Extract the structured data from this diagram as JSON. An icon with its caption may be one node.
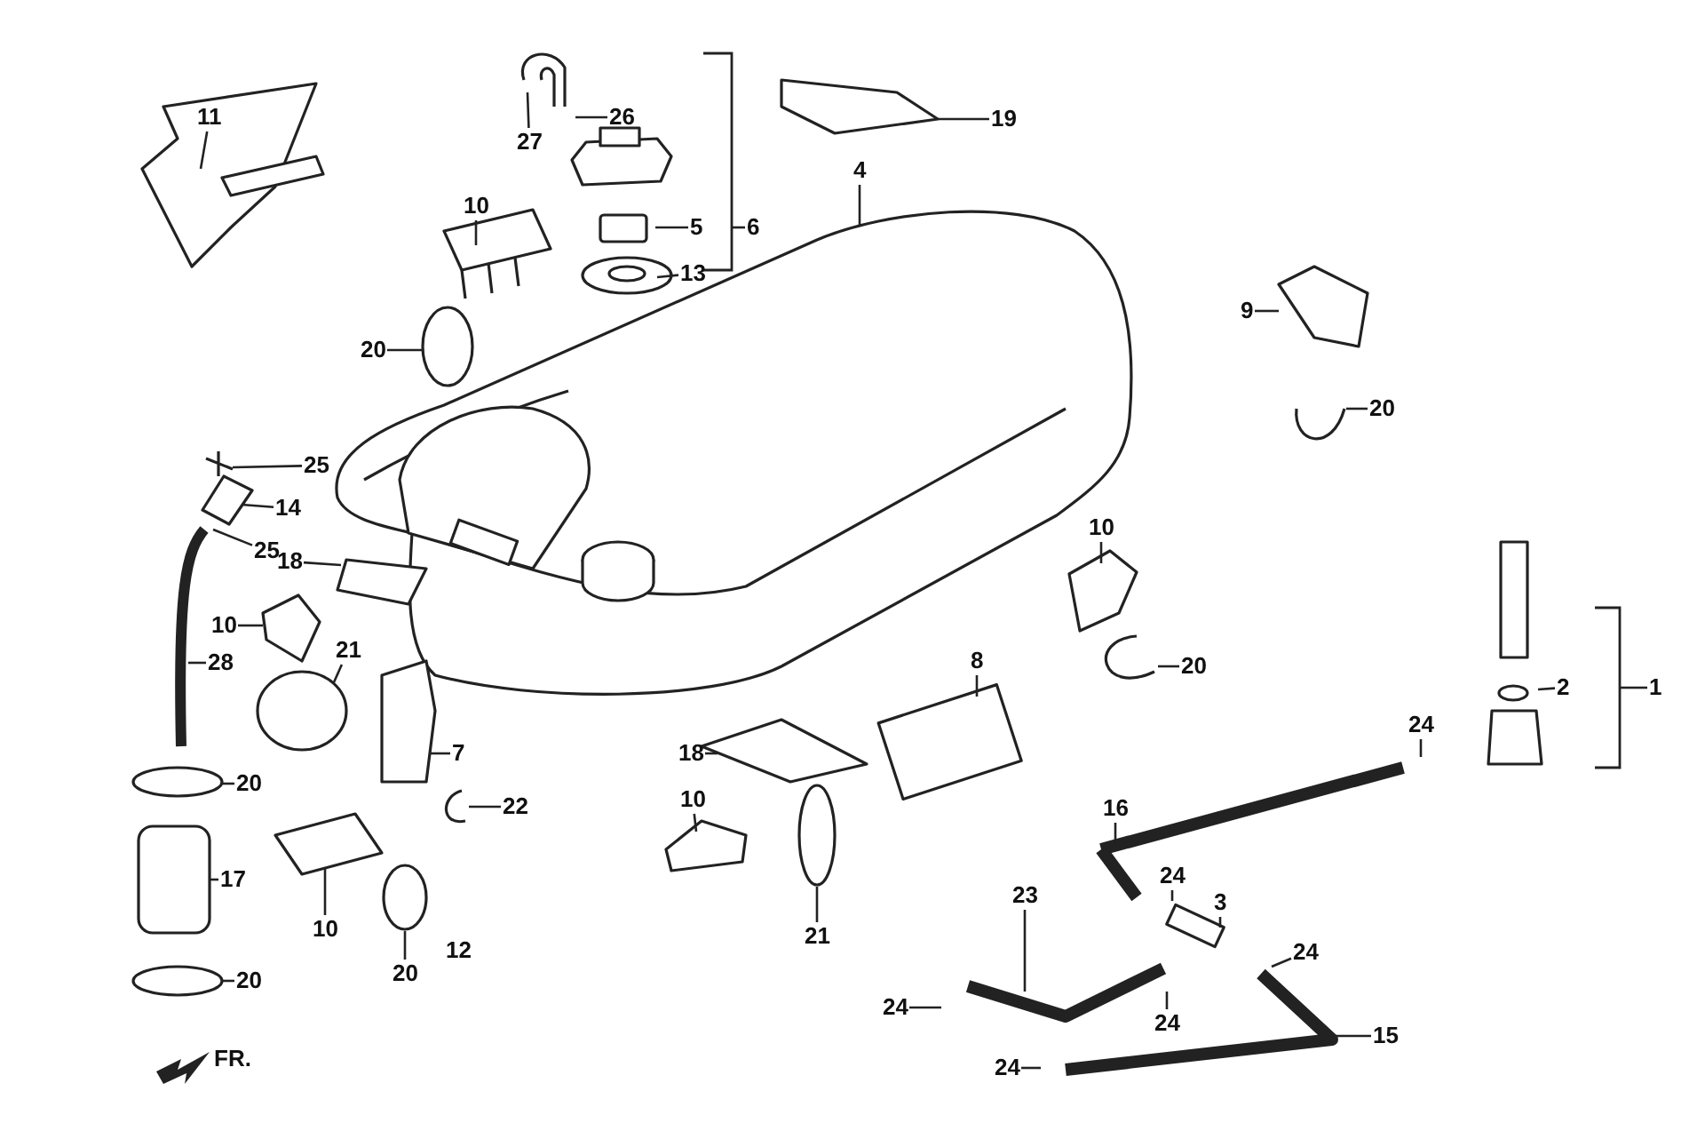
{
  "diagram": {
    "nodes": [
      {
        "text": [
          "11"
        ]
      },
      {
        "text": [
          "27"
        ]
      },
      {
        "text": [
          "26"
        ]
      },
      {
        "text": [
          "6"
        ]
      },
      {
        "text": [
          "5"
        ]
      },
      {
        "text": [
          "13"
        ]
      },
      {
        "text": [
          "19"
        ]
      },
      {
        "text": [
          "4"
        ]
      },
      {
        "text": [
          "10"
        ]
      },
      {
        "text": [
          "20"
        ]
      },
      {
        "text": [
          "9"
        ]
      },
      {
        "text": [
          "20"
        ]
      },
      {
        "text": [
          "25"
        ]
      },
      {
        "text": [
          "14"
        ]
      },
      {
        "text": [
          "25"
        ]
      },
      {
        "text": [
          "18"
        ]
      },
      {
        "text": [
          "10"
        ]
      },
      {
        "text": [
          "28"
        ]
      },
      {
        "text": [
          "21"
        ]
      },
      {
        "text": [
          "7"
        ]
      },
      {
        "text": [
          "22"
        ]
      },
      {
        "text": [
          "20"
        ]
      },
      {
        "text": [
          "17"
        ]
      },
      {
        "text": [
          "10"
        ]
      },
      {
        "text": [
          "20"
        ]
      },
      {
        "text": [
          "20"
        ]
      },
      {
        "text": [
          "18"
        ]
      },
      {
        "text": [
          "8"
        ]
      },
      {
        "text": [
          "10"
        ]
      },
      {
        "text": [
          "21"
        ]
      },
      {
        "text": [
          "10"
        ]
      },
      {
        "text": [
          "20"
        ]
      },
      {
        "text": [
          "2"
        ]
      },
      {
        "text": [
          "1"
        ]
      },
      {
        "text": [
          "24"
        ]
      },
      {
        "text": [
          "16"
        ]
      },
      {
        "text": [
          "24"
        ]
      },
      {
        "text": [
          "3"
        ]
      },
      {
        "text": [
          "23"
        ]
      },
      {
        "text": [
          "24"
        ]
      },
      {
        "text": [
          "24"
        ]
      },
      {
        "text": [
          "24"
        ]
      },
      {
        "text": [
          "24"
        ]
      },
      {
        "text": [
          "15"
        ]
      },
      {
        "text": [],
        "shape": "bracket"
      },
      {
        "text": [],
        "shape": "bracket"
      }
    ],
    "edges": [
      {
        "from": 0,
        "to": null,
        "arrow": "none"
      },
      {
        "from": 1,
        "to": null,
        "arrow": "none"
      },
      {
        "from": 2,
        "to": null,
        "arrow": "none"
      },
      {
        "from": 3,
        "to": 44,
        "arrow": "none"
      },
      {
        "from": 4,
        "to": null,
        "arrow": "none"
      },
      {
        "from": 5,
        "to": null,
        "arrow": "none"
      },
      {
        "from": 6,
        "to": null,
        "arrow": "none"
      },
      {
        "from": 7,
        "to": null,
        "arrow": "none"
      },
      {
        "from": 8,
        "to": null,
        "arrow": "none"
      },
      {
        "from": 9,
        "to": null,
        "arrow": "none"
      },
      {
        "from": 10,
        "to": null,
        "arrow": "none"
      },
      {
        "from": 11,
        "to": null,
        "arrow": "none"
      },
      {
        "from": 12,
        "to": null,
        "arrow": "none"
      },
      {
        "from": 13,
        "to": null,
        "arrow": "none"
      },
      {
        "from": 14,
        "to": null,
        "arrow": "none"
      },
      {
        "from": 15,
        "to": null,
        "arrow": "none"
      },
      {
        "from": 16,
        "to": null,
        "arrow": "none"
      },
      {
        "from": 17,
        "to": null,
        "arrow": "none"
      },
      {
        "from": 18,
        "to": null,
        "arrow": "none"
      },
      {
        "from": 19,
        "to": null,
        "arrow": "none"
      },
      {
        "from": 20,
        "to": null,
        "arrow": "none"
      },
      {
        "from": 21,
        "to": null,
        "arrow": "none"
      },
      {
        "from": 22,
        "to": null,
        "arrow": "none"
      },
      {
        "from": 23,
        "to": null,
        "arrow": "none"
      },
      {
        "from": 24,
        "to": null,
        "arrow": "none"
      },
      {
        "from": 25,
        "to": null,
        "arrow": "none"
      },
      {
        "from": 26,
        "to": null,
        "arrow": "none"
      },
      {
        "from": 27,
        "to": null,
        "arrow": "none"
      },
      {
        "from": 28,
        "to": null,
        "arrow": "none"
      },
      {
        "from": 29,
        "to": null,
        "arrow": "none"
      },
      {
        "from": 30,
        "to": null,
        "arrow": "none"
      },
      {
        "from": 31,
        "to": null,
        "arrow": "none"
      },
      {
        "from": 32,
        "to": null,
        "arrow": "none"
      },
      {
        "from": 33,
        "to": 45,
        "arrow": "none"
      },
      {
        "from": 34,
        "to": null,
        "arrow": "none"
      },
      {
        "from": 35,
        "to": null,
        "arrow": "none"
      },
      {
        "from": 36,
        "to": null,
        "arrow": "none"
      },
      {
        "from": 37,
        "to": null,
        "arrow": "none"
      },
      {
        "from": 38,
        "to": null,
        "arrow": "none"
      },
      {
        "from": 39,
        "to": null,
        "arrow": "none"
      },
      {
        "from": 40,
        "to": null,
        "arrow": "none"
      },
      {
        "from": 41,
        "to": null,
        "arrow": "none"
      },
      {
        "from": 42,
        "to": null,
        "arrow": "none"
      },
      {
        "from": 43,
        "to": null,
        "arrow": "none"
      }
    ],
    "labels": [
      "12",
      "FR."
    ]
  }
}
